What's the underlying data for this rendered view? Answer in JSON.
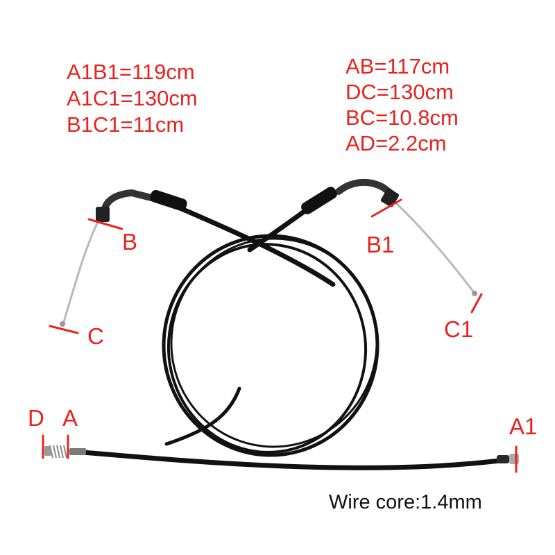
{
  "colors": {
    "annotation": "#e8231f",
    "cable": "#111111",
    "wire": "#b9b9b9",
    "background": "#ffffff"
  },
  "left_specs": [
    "A1B1=119cm",
    "A1C1=130cm",
    "B1C1=11cm"
  ],
  "right_specs": [
    "AB=117cm",
    "DC=130cm",
    "BC=10.8cm",
    "AD=2.2cm"
  ],
  "labels": {
    "B": "B",
    "C": "C",
    "B1": "B1",
    "C1": "C1",
    "D": "D",
    "A": "A",
    "A1": "A1"
  },
  "note": "Wire core:1.4mm"
}
